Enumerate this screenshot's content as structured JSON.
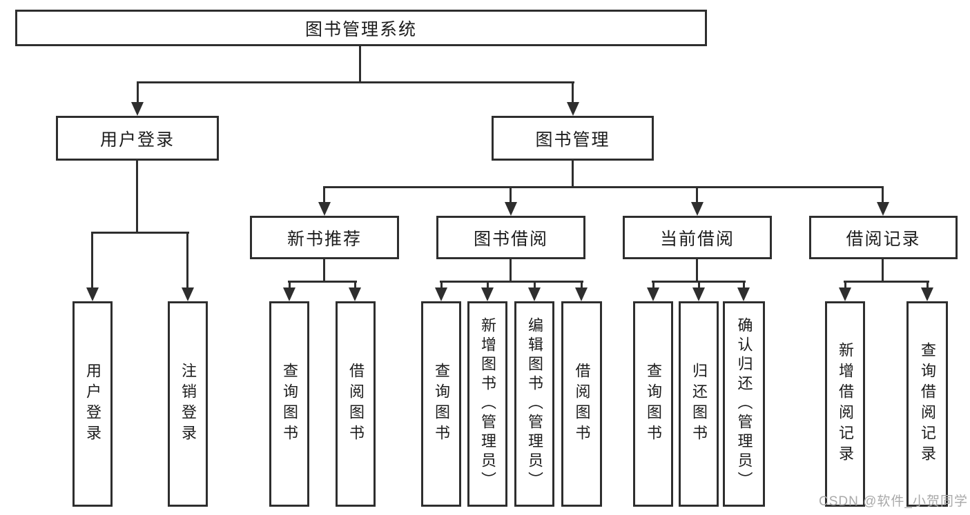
{
  "diagram": {
    "root": {
      "label": "图书管理系统"
    },
    "branches": {
      "user": {
        "label": "用户登录",
        "children": [
          "用户登录",
          "注销登录"
        ]
      },
      "management": {
        "label": "图书管理",
        "sections": [
          {
            "label": "新书推荐",
            "children": [
              "查询图书",
              "借阅图书"
            ]
          },
          {
            "label": "图书借阅",
            "children": [
              "查询图书",
              "新增图书（管理员）",
              "编辑图书（管理员）",
              "借阅图书"
            ]
          },
          {
            "label": "当前借阅",
            "children": [
              "查询图书",
              "归还图书",
              "确认归还（管理员）"
            ]
          },
          {
            "label": "借阅记录",
            "children": [
              "新增借阅记录",
              "查询借阅记录"
            ]
          }
        ]
      }
    },
    "watermark": "CSDN @软件_小贺同学",
    "colors": {
      "line": "#2e2e2e",
      "text": "#1c1c1c",
      "watermark": "#a9a9a9",
      "background": "#ffffff"
    }
  }
}
